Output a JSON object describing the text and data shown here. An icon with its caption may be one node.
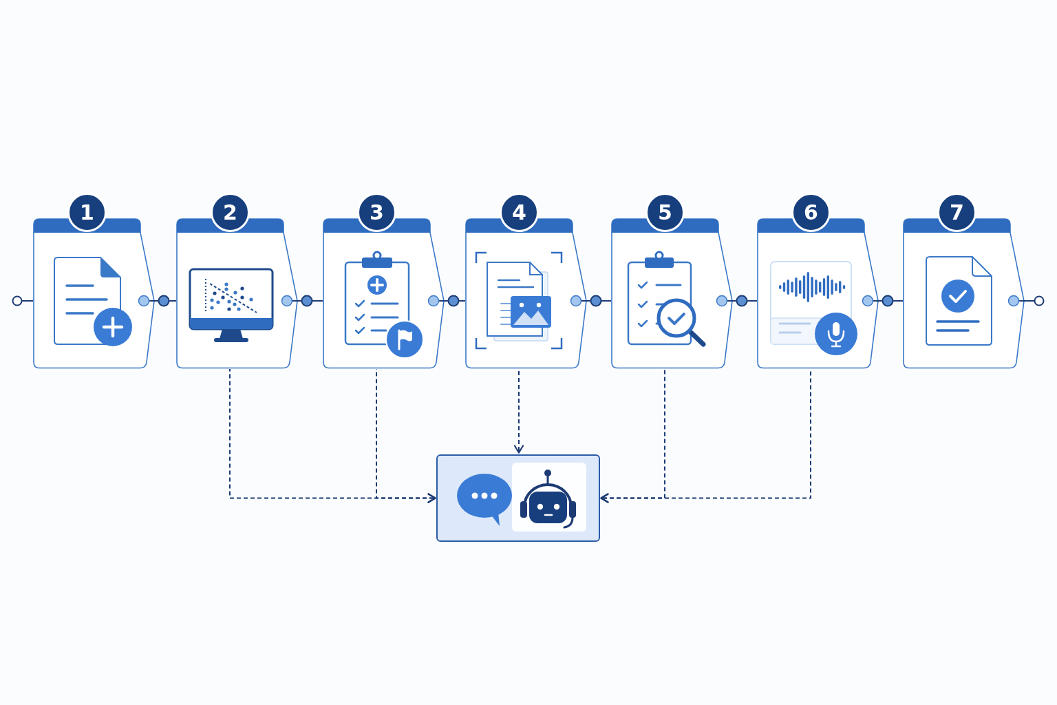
{
  "diagram": {
    "nodes": [
      {
        "text": [
          "1"
        ]
      },
      {
        "text": [
          "2"
        ]
      },
      {
        "text": [
          "3"
        ]
      },
      {
        "text": [
          "4"
        ]
      },
      {
        "text": [
          "5"
        ]
      },
      {
        "text": [
          "6"
        ]
      },
      {
        "text": [
          "7"
        ]
      },
      {
        "text": [],
        "shape": "box"
      }
    ],
    "edges": [
      {
        "from": null,
        "to": 0,
        "arrow": "other"
      },
      {
        "from": 0,
        "to": 1,
        "arrow": "other"
      },
      {
        "from": 1,
        "to": 2,
        "arrow": "other"
      },
      {
        "from": 2,
        "to": 3,
        "arrow": "other"
      },
      {
        "from": 3,
        "to": 4,
        "arrow": "other"
      },
      {
        "from": 4,
        "to": 5,
        "arrow": "other"
      },
      {
        "from": 5,
        "to": 6,
        "arrow": "other"
      },
      {
        "from": 6,
        "to": null,
        "arrow": "other"
      },
      {
        "from": 1,
        "to": 7,
        "arrow": "to",
        "style": "dashed"
      },
      {
        "from": 2,
        "to": 7,
        "arrow": "to",
        "style": "dashed"
      },
      {
        "from": 3,
        "to": 7,
        "arrow": "to",
        "style": "dashed"
      },
      {
        "from": 4,
        "to": 7,
        "arrow": "to",
        "style": "dashed"
      },
      {
        "from": 5,
        "to": 7,
        "arrow": "to",
        "style": "dashed"
      }
    ]
  }
}
